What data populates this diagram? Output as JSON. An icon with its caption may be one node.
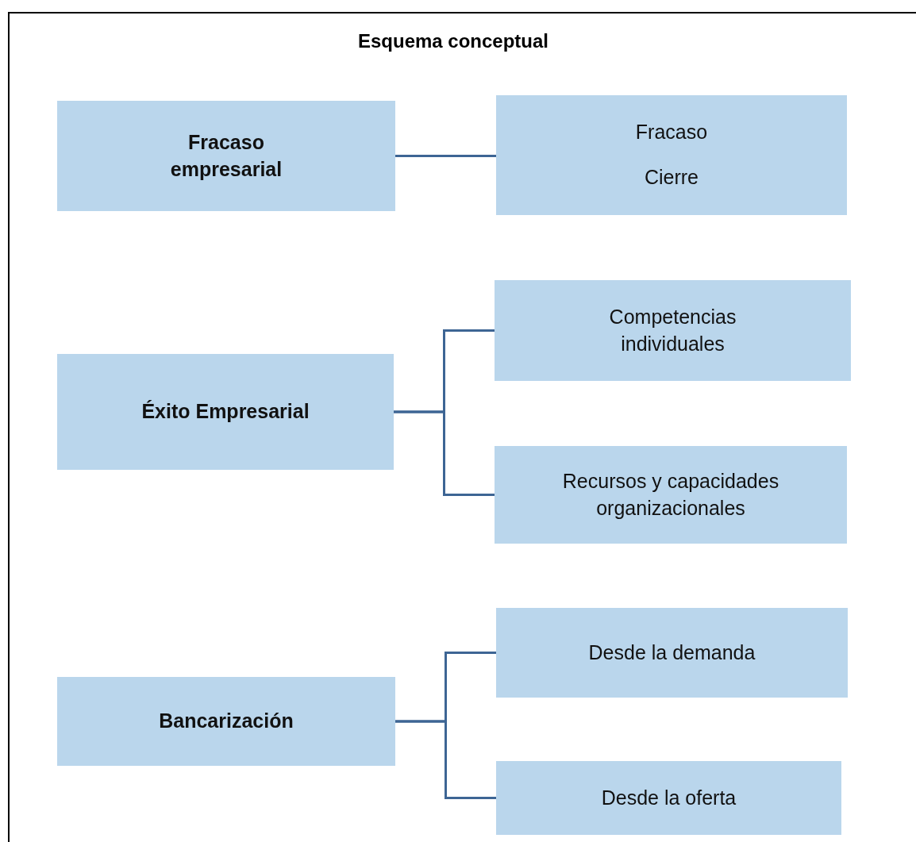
{
  "diagram": {
    "title": "Esquema conceptual",
    "nodes": [
      {
        "text": [
          "Fracaso empresarial"
        ]
      },
      {
        "text": [
          "Fracaso",
          "Cierre"
        ]
      },
      {
        "text": [
          "Éxito Empresarial"
        ]
      },
      {
        "text": [
          "Competencias individuales"
        ]
      },
      {
        "text": [
          "Recursos y capacidades organizacionales"
        ]
      },
      {
        "text": [
          "Bancarización"
        ]
      },
      {
        "text": [
          "Desde la demanda"
        ]
      },
      {
        "text": [
          "Desde la oferta"
        ]
      }
    ],
    "edges": [
      {
        "from": 0,
        "to": 1,
        "arrow": "none"
      },
      {
        "from": 2,
        "to": 3,
        "arrow": "none"
      },
      {
        "from": 2,
        "to": 4,
        "arrow": "none"
      },
      {
        "from": 5,
        "to": 6,
        "arrow": "none"
      },
      {
        "from": 5,
        "to": 7,
        "arrow": "none"
      }
    ]
  }
}
